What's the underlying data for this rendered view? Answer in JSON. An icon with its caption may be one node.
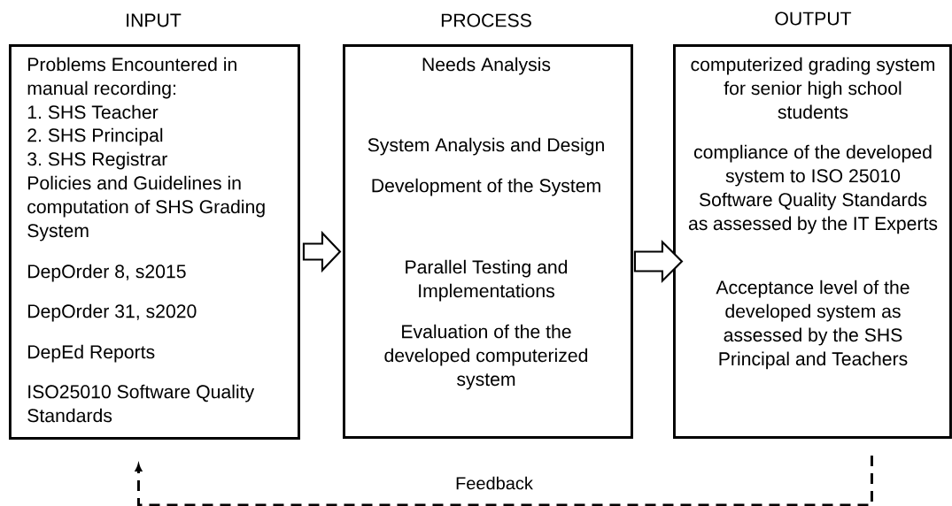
{
  "diagram": {
    "nodes": [
      {
        "text": [
          "INPUT",
          "Problems Encountered in manual recording:",
          "1. SHS Teacher",
          "2. SHS Principal",
          "3. SHS Registrar",
          "Policies and Guidelines in computation of SHS Grading System",
          "DepOrder 8, s2015",
          "DepOrder 31, s2020",
          "DepEd Reports",
          "ISO25010 Software Quality Standards"
        ]
      },
      {
        "text": [
          "PROCESS",
          "Needs Analysis",
          "System Analysis and Design",
          "Development of the System",
          "Parallel Testing and Implementations",
          "Evaluation of the the developed computerized system"
        ]
      },
      {
        "text": [
          "OUTPUT",
          "computerized grading system for senior high school students",
          "compliance of the developed system to ISO 25010 Software Quality Standards as assessed by the IT Experts",
          "Acceptance level of the developed system as assessed by the SHS Principal and Teachers"
        ]
      }
    ],
    "edges": [
      {
        "from": 0,
        "to": 1,
        "arrow": "to"
      },
      {
        "from": 1,
        "to": 2,
        "arrow": "to"
      },
      {
        "from": 2,
        "to": 0,
        "arrow": "to",
        "label": "Feedback",
        "style": "dashed"
      }
    ]
  }
}
